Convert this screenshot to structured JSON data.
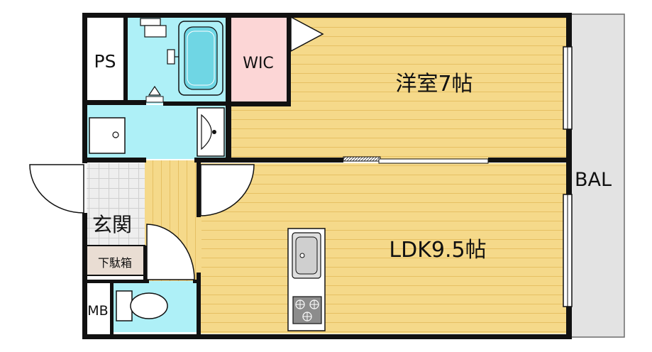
{
  "rooms": {
    "ps": "PS",
    "wic": "WIC",
    "western": "洋室7帖",
    "balcony": "BAL",
    "entrance": "玄関",
    "shoe_box": "下駄箱",
    "ldk": "LDK9.5帖",
    "mb": "MB"
  },
  "colors": {
    "wood": "#f5d98a",
    "wood_line": "#e9c468",
    "bath": "#aef0f7",
    "wic": "#fcd6d6",
    "balcony": "#e3e3e3",
    "entrance_tile": "#eeeeee",
    "shoe_box": "#e9ddd3",
    "wall": "#111111"
  },
  "icons": [
    "bathtub-icon",
    "washbasin-icon",
    "washing-machine-icon",
    "toilet-icon",
    "sink-icon",
    "stove-icon",
    "door-swing-icon"
  ]
}
